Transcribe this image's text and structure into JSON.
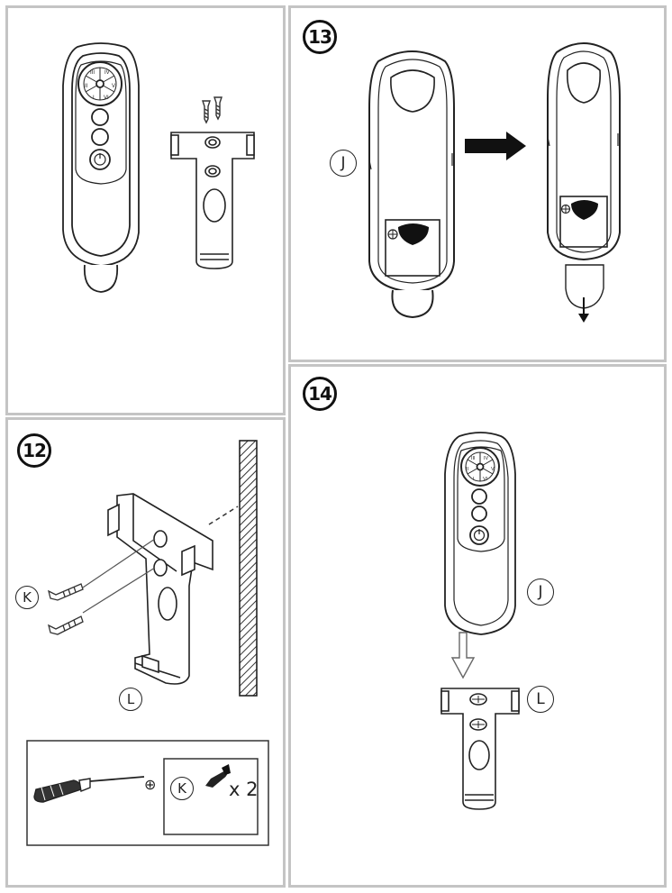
{
  "steps": {
    "top_left": "",
    "step13": "13",
    "step12": "12",
    "step14": "14"
  },
  "labels": {
    "remote": "J",
    "screw": "K",
    "holder": "L"
  },
  "screw_box": {
    "tool_symbol": "⊕",
    "label": "K",
    "quantity": "x 2"
  },
  "remote_buttons": [
    "III",
    "IV",
    "II",
    "V",
    "I",
    "VI"
  ],
  "icons": [
    "remote-control-icon",
    "wall-holder-icon",
    "screw-icon",
    "screwdriver-icon",
    "arrow-right-icon",
    "arrow-down-icon",
    "wall-icon"
  ]
}
